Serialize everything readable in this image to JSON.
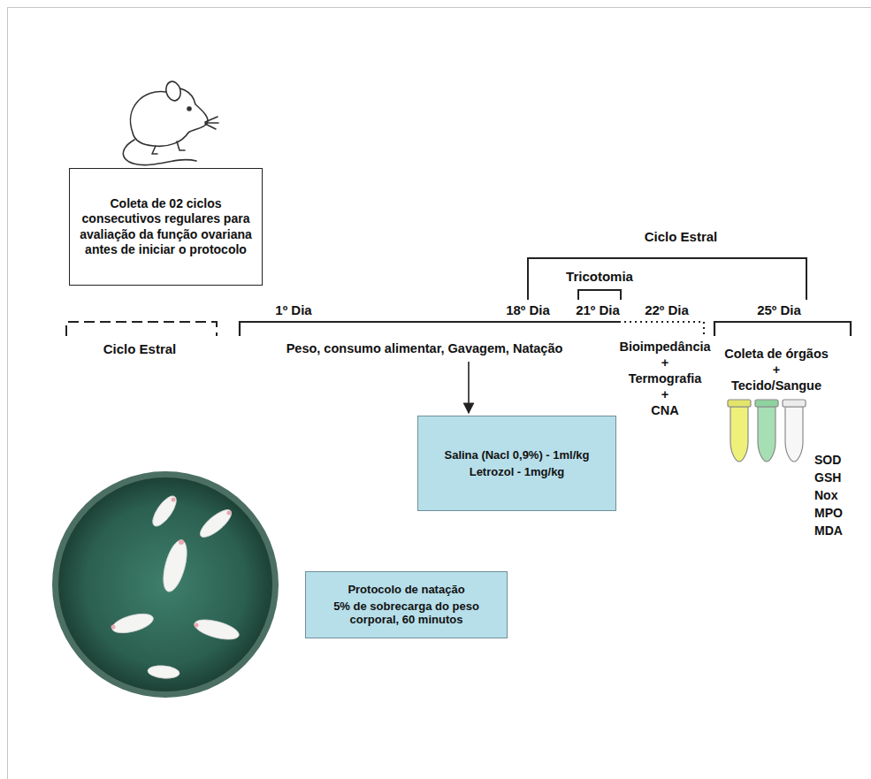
{
  "diagram": {
    "nodes": [
      {
        "text": [
          "Coleta de 02 ciclos consecutivos regulares para avaliação da função ovariana antes de iniciar o protocolo"
        ]
      },
      {
        "text": [
          "Salina (Nacl 0,9%) - 1ml/kg",
          "Letrozol - 1mg/kg"
        ]
      },
      {
        "text": [
          "Protocolo de natação",
          "5% de sobrecarga do peso corporal, 60 minutos"
        ]
      }
    ],
    "labels": [
      "Ciclo Estral",
      "Tricotomia",
      "1º Dia",
      "18º Dia",
      "21º Dia",
      "22º Dia",
      "25º Dia",
      "Ciclo Estral",
      "Peso, consumo alimentar, Gavagem, Natação",
      "Bioimpedância",
      "+",
      "Termografia",
      "+",
      "CNA",
      "Coleta de órgãos",
      "+",
      "Tecido/Sangue",
      "SOD",
      "GSH",
      "Nox",
      "MPO",
      "MDA"
    ]
  }
}
